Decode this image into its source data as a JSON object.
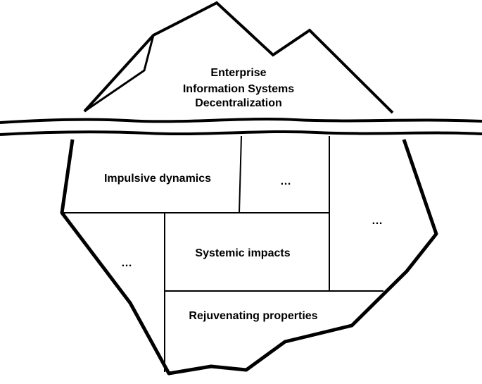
{
  "diagram": {
    "tip_title_lines": [
      "Enterprise",
      "Information Systems",
      "Decentralization"
    ],
    "cells": {
      "impulsive": "Impulsive dynamics",
      "top_middle": "…",
      "right": "…",
      "left": "…",
      "systemic": "Systemic impacts",
      "rejuvenating": "Rejuvenating properties"
    },
    "colors": {
      "line": "#000000",
      "background": "#ffffff"
    }
  }
}
